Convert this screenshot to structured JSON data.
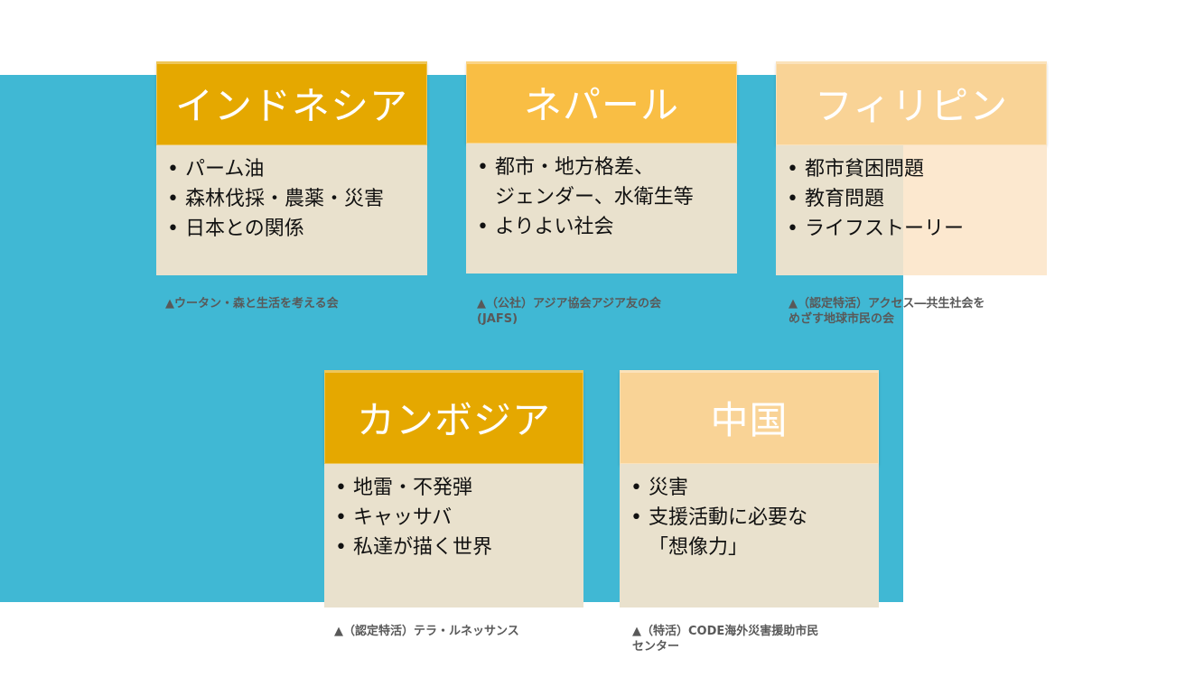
{
  "cards": [
    {
      "title": "インドネシア",
      "items": [
        "パーム油",
        "森林伐採・農薬・災害",
        "日本との関係"
      ],
      "caption": "▲ウータン・森と生活を考える会"
    },
    {
      "title": "ネパール",
      "items": [
        "都市・地方格差、\nジェンダー、水衛生等",
        "よりよい社会"
      ],
      "caption": "▲（公社）アジア協会アジア友の会\n(JAFS)"
    },
    {
      "title": "フィリピン",
      "items": [
        "都市貧困問題",
        "教育問題",
        "ライフストーリー"
      ],
      "caption": "▲（認定特活）アクセス―共生社会を\nめざす地球市民の会"
    },
    {
      "title": "カンボジア",
      "items": [
        "地雷・不発弾",
        "キャッサバ",
        "私達が描く世界"
      ],
      "caption": "▲（認定特活）テラ・ルネッサンス"
    },
    {
      "title": "中国",
      "items": [
        "災害",
        "支援活動に必要な\n「想像力」"
      ],
      "caption": "▲（特活）CODE海外災害援助市民\nセンター"
    }
  ],
  "colors": {
    "background_band": "#40b8d4",
    "gold": "#e5a800",
    "orange": "#f9be44",
    "peach": "#f9d396",
    "beige": "#e9e1cd",
    "light_peach": "#fce8cf"
  }
}
